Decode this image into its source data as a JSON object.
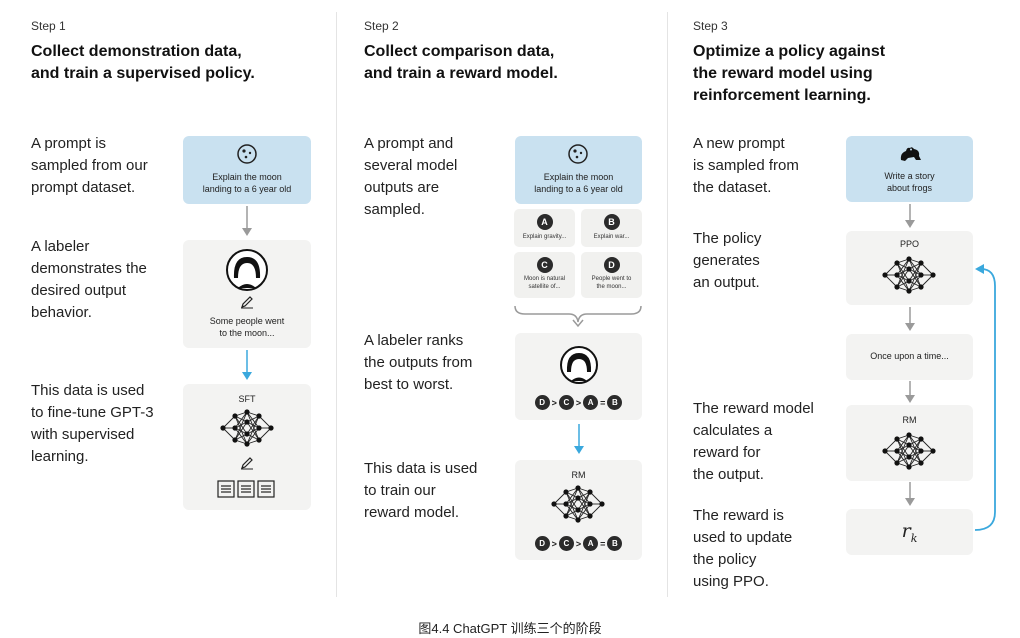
{
  "step1": {
    "step": "Step 1",
    "title_line1": "Collect demonstration data,",
    "title_line2": "and train a supervised policy.",
    "desc1": [
      "A prompt is",
      "sampled from our",
      "prompt dataset."
    ],
    "desc2": [
      "A labeler",
      "demonstrates the",
      "desired output",
      "behavior."
    ],
    "desc3": [
      "This data is used",
      "to fine-tune GPT-3",
      "with supervised",
      "learning."
    ],
    "prompt": [
      "Explain the moon",
      "landing to a 6 year old"
    ],
    "demo": [
      "Some people went",
      "to the moon..."
    ],
    "model": "SFT"
  },
  "step2": {
    "step": "Step 2",
    "title_line1": "Collect comparison data,",
    "title_line2": "and train a reward model.",
    "desc1": [
      "A prompt and",
      "several model",
      "outputs are",
      "sampled."
    ],
    "desc2": [
      "A labeler ranks",
      "the outputs from",
      "best to worst."
    ],
    "desc3": [
      "This data is used",
      "to train our",
      "reward model."
    ],
    "prompt": [
      "Explain the moon",
      "landing to a 6 year old"
    ],
    "outputs": [
      {
        "letter": "A",
        "text": [
          "Explain gravity..."
        ]
      },
      {
        "letter": "B",
        "text": [
          "Explain war..."
        ]
      },
      {
        "letter": "C",
        "text": [
          "Moon is natural",
          "satellite of..."
        ]
      },
      {
        "letter": "D",
        "text": [
          "People went to",
          "the moon..."
        ]
      }
    ],
    "ranking": [
      "D",
      ">",
      "C",
      ">",
      "A",
      "=",
      "B"
    ],
    "model": "RM"
  },
  "step3": {
    "step": "Step 3",
    "title_line1": "Optimize a policy against",
    "title_line2": "the reward model using",
    "title_line3": "reinforcement learning.",
    "desc1": [
      "A new prompt",
      "is sampled from",
      "the dataset."
    ],
    "desc2": [
      "The policy",
      "generates",
      "an output."
    ],
    "desc3": [
      "The reward model",
      "calculates a",
      "reward for",
      "the output."
    ],
    "desc4": [
      "The reward is",
      "used to update",
      "the policy",
      "using PPO."
    ],
    "prompt": [
      "Write a story",
      "about frogs"
    ],
    "policy": "PPO",
    "output": "Once upon a time...",
    "model": "RM",
    "reward_symbol": "r",
    "reward_sub": "k"
  },
  "caption": "图4.4 ChatGPT 训练三个的阶段",
  "colors": {
    "prompt_box": "#c9e1f0",
    "box": "#f3f3f2",
    "arrow_gray": "#9a9a9a",
    "arrow_blue": "#3aa8dd",
    "badge": "#2b2b2b"
  }
}
